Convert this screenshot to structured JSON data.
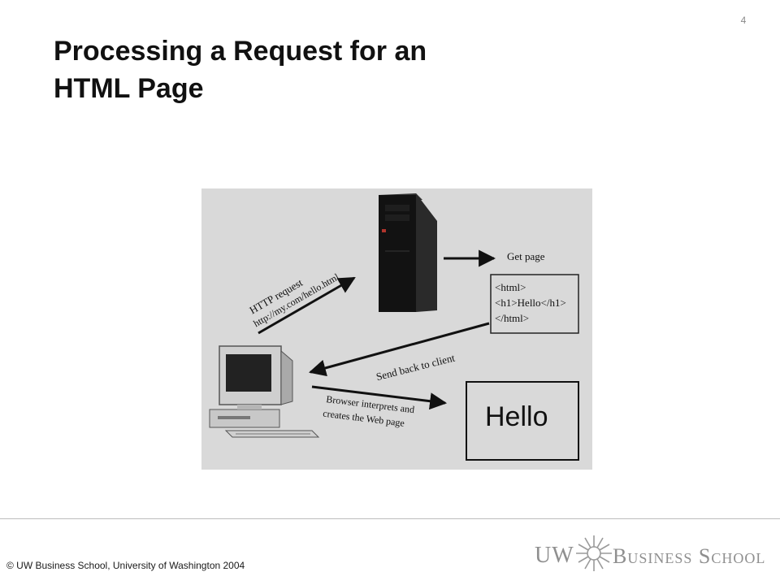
{
  "slide": {
    "page_number": "4",
    "title_line1": "Processing a Request for an",
    "title_line2": "HTML Page"
  },
  "diagram": {
    "http_request_label": "HTTP request",
    "http_request_url": "http://my.com/hello.html",
    "get_page_label": "Get page",
    "html_code": {
      "line1": "<html>",
      "line2": "<h1>Hello</h1>",
      "line3": "</html>"
    },
    "send_back_label": "Send back to client",
    "browser_label_line1": "Browser interprets and",
    "browser_label_line2": "creates the Web page",
    "hello_display": "Hello",
    "colors": {
      "background": "#d9d9d9",
      "server": "#111111",
      "ink": "#111111"
    }
  },
  "footer": {
    "copyright": "© UW Business School, University of Washington 2004",
    "logo_uw": "UW",
    "logo_business_school": "Business School"
  }
}
